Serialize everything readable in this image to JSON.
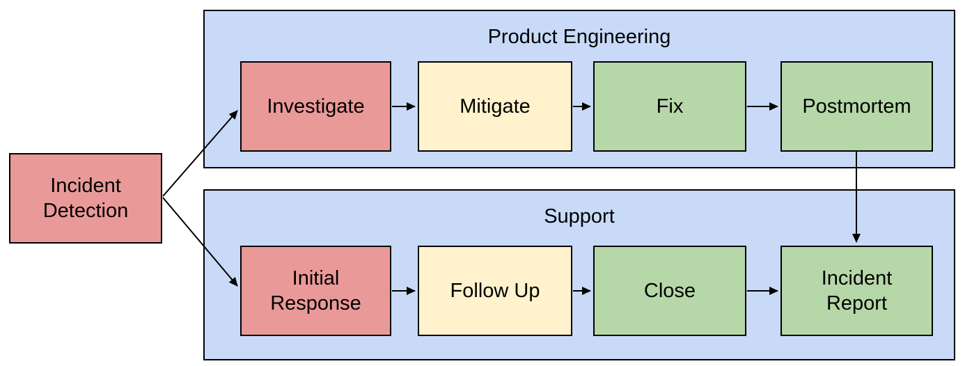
{
  "colors": {
    "step_red": "#ea9999",
    "step_yellow": "#fff2cc",
    "step_green": "#b6d7a8",
    "lane_fill": "#c9daf8",
    "stroke": "#000000"
  },
  "start_node": {
    "label": "Incident\nDetection"
  },
  "lanes": {
    "product_engineering": {
      "title": "Product Engineering",
      "steps": {
        "investigate": {
          "label": "Investigate"
        },
        "mitigate": {
          "label": "Mitigate"
        },
        "fix": {
          "label": "Fix"
        },
        "postmortem": {
          "label": "Postmortem"
        }
      }
    },
    "support": {
      "title": "Support",
      "steps": {
        "initial_response": {
          "label": "Initial\nResponse"
        },
        "follow_up": {
          "label": "Follow Up"
        },
        "close": {
          "label": "Close"
        },
        "incident_report": {
          "label": "Incident\nReport"
        }
      }
    }
  },
  "edges": [
    {
      "from": "incident_detection",
      "to": "investigate"
    },
    {
      "from": "incident_detection",
      "to": "initial_response"
    },
    {
      "from": "investigate",
      "to": "mitigate"
    },
    {
      "from": "mitigate",
      "to": "fix"
    },
    {
      "from": "fix",
      "to": "postmortem"
    },
    {
      "from": "postmortem",
      "to": "incident_report"
    },
    {
      "from": "initial_response",
      "to": "follow_up"
    },
    {
      "from": "follow_up",
      "to": "close"
    },
    {
      "from": "close",
      "to": "incident_report"
    }
  ]
}
